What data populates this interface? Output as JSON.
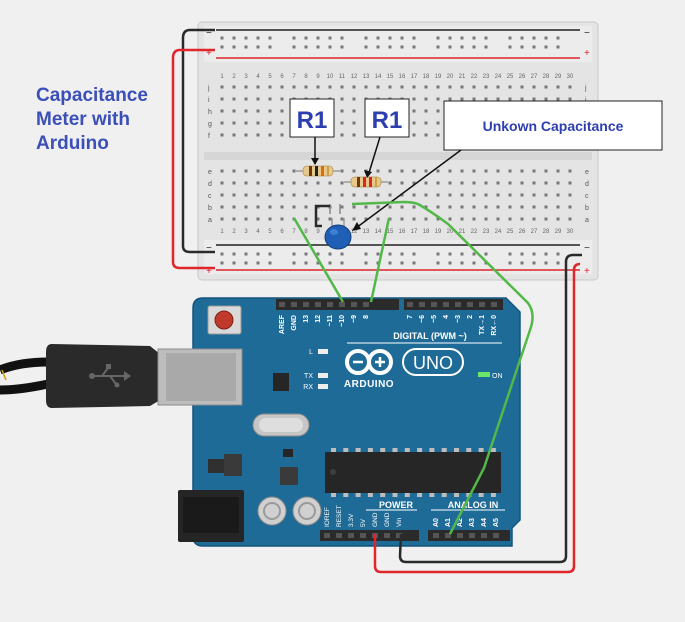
{
  "title": {
    "line1": "Capacitance",
    "line2": "Meter with",
    "line3": "Arduino"
  },
  "labels": {
    "resistor_a": "R1",
    "resistor_b": "R1",
    "unknown_capacitance": "Unkown Capacitance"
  },
  "breadboard": {
    "row_letters_top": [
      "j",
      "i",
      "h",
      "g",
      "f"
    ],
    "row_letters_bottom": [
      "e",
      "d",
      "c",
      "b",
      "a"
    ],
    "column_numbers": [
      "1",
      "2",
      "3",
      "4",
      "5",
      "6",
      "7",
      "8",
      "9",
      "10",
      "11",
      "12",
      "13",
      "14",
      "15",
      "16",
      "17",
      "18",
      "19",
      "20",
      "21",
      "22",
      "23",
      "24",
      "25",
      "26",
      "27",
      "28",
      "29",
      "30"
    ],
    "rail_plus": "+",
    "rail_minus": "−"
  },
  "arduino": {
    "brand": "ARDUINO",
    "model": "UNO",
    "on_label": "ON",
    "digital_label": "DIGITAL (PWM ~)",
    "power_label": "POWER",
    "analog_label": "ANALOG IN",
    "led_l": "L",
    "led_tx": "TX",
    "led_rx": "RX",
    "digital_pins": [
      "AREF",
      "GND",
      "13",
      "12",
      "~11",
      "~10",
      "~9",
      "8",
      "7",
      "~6",
      "~5",
      "4",
      "~3",
      "2",
      "TX→1",
      "RX←0"
    ],
    "power_pins": [
      "IOREF",
      "RESET",
      "3.3V",
      "5V",
      "GND",
      "GND",
      "Vin"
    ],
    "analog_pins": [
      "A0",
      "A1",
      "A2",
      "A3",
      "A4",
      "A5"
    ],
    "usb_symbol": "usb-icon"
  },
  "colors": {
    "board_blue": "#1f6b98",
    "wire_green": "#52b848",
    "wire_red": "#e0262b",
    "wire_black": "#2a2a2a",
    "title_blue": "#3b4fb8",
    "label_blue": "#2d3fb0"
  }
}
